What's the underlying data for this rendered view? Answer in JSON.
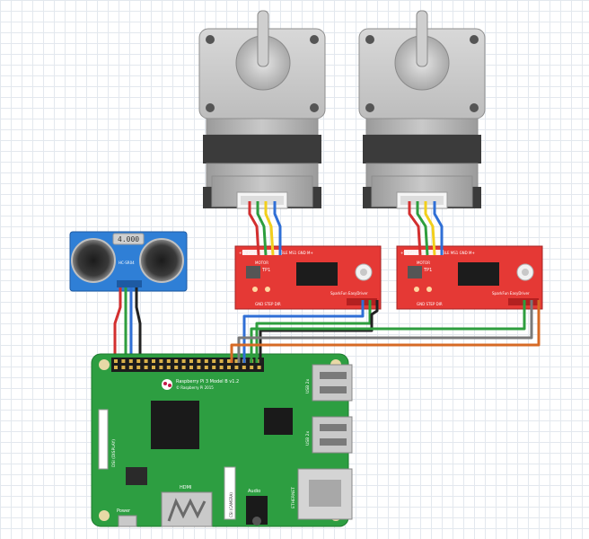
{
  "sensor": {
    "display": "4.000",
    "model": "HC-SR04"
  },
  "motors": [
    {
      "label": "MOTOR"
    },
    {
      "label": "MOTOR"
    }
  ],
  "drivers": [
    {
      "pins_top": "+5V  GND  SFS  MS2  ENABLE  MS1  GND  M+",
      "part": "SparkFun EasyDriver",
      "pins_bottom": "GND  STEP  DIR",
      "tp": "TP1"
    },
    {
      "pins_top": "+5V  GND  SFS  MS2  ENABLE  MS1  GND  M+",
      "part": "SparkFun EasyDriver",
      "pins_bottom": "GND  STEP  DIR",
      "tp": "TP1"
    }
  ],
  "pi": {
    "model": "Raspberry Pi 3 Model B v1.2",
    "copyright": "© Raspberry Pi 2015",
    "dsi": "DSI (DISPLAY)",
    "usb1": "USB 2x",
    "usb2": "USB 2x",
    "ethernet": "ETHERNET",
    "hdmi": "HDMI",
    "audio": "Audio",
    "power": "Power",
    "csi": "CSI (CAMERA)"
  },
  "colors": {
    "pi_board": "#2d9e41",
    "driver_board": "#e53935",
    "sensor_board": "#2f7fd6",
    "wire_red": "#d32f2f",
    "wire_green": "#2e9e3e",
    "wire_blue": "#2f6fd6",
    "wire_yellow": "#f2cf1d",
    "wire_gray": "#7a7a7a",
    "wire_orange": "#d66a25",
    "wire_black": "#222222"
  }
}
